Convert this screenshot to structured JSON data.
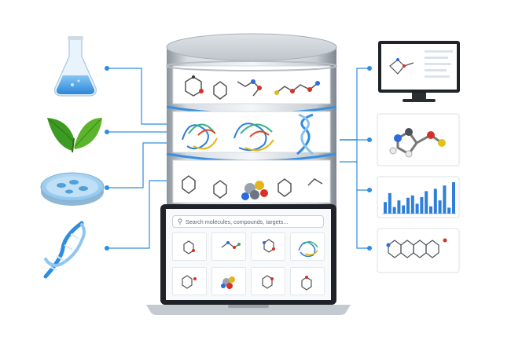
{
  "search": {
    "placeholder": "Search molecules, compounds, targets..."
  },
  "icons": {
    "left_sources": [
      "flask-icon",
      "leaf-icon",
      "petri-dish-icon",
      "dna-icon"
    ],
    "right_outputs": [
      "monitor-icon",
      "molecule-3d-icon",
      "bar-chart-icon",
      "structure-diagram-icon"
    ],
    "search": "search-icon"
  },
  "bar_chart": {
    "values": [
      35,
      62,
      20,
      40,
      25,
      48,
      55,
      30,
      50,
      68,
      22,
      75,
      40,
      85,
      18,
      95
    ]
  },
  "colors": {
    "connector": "#2f8de0",
    "bar": "#2f7fd8",
    "leaf": "#2f8a1e",
    "flask_liquid": "#4aa4ea"
  }
}
